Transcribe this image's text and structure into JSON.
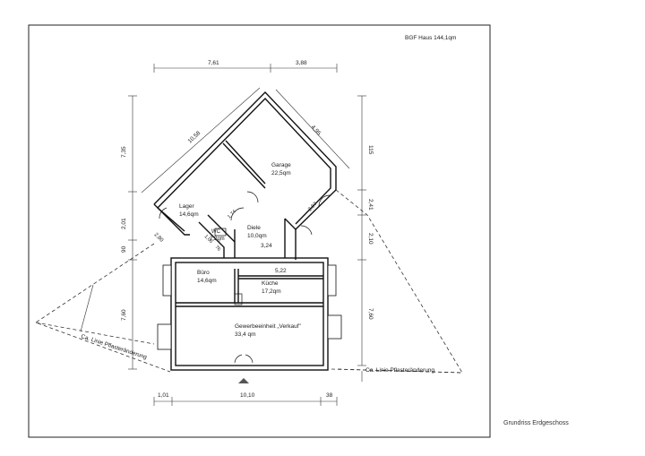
{
  "header": {
    "bgf": "BGF Haus 144,1qm"
  },
  "caption": "Grundriss Erdgeschoss",
  "dimensions": {
    "top_left": "7,61",
    "top_right": "3,88",
    "diag_long": "10,58",
    "diag_short": "4,95",
    "right_115": "115",
    "right_241": "2,41",
    "right_210": "2,10",
    "right_760": "7,60",
    "left_735": "7,35",
    "left_201": "2,01",
    "left_90": "90",
    "left_760": "7,60",
    "bottom_101": "1,01",
    "bottom_1010": "10,10",
    "bottom_38": "38",
    "diele_324": "3,24",
    "kueche_522": "5,22",
    "diag_280": "2,80",
    "wc_106": "1,06",
    "wc_76": "76",
    "wc_174": "1,74",
    "right_267": "2,67"
  },
  "rooms": {
    "garage": "Garage",
    "garage_area": "22,5qm",
    "lager": "Lager",
    "lager_area": "14,6qm",
    "diele": "Diele",
    "diele_area": "10,0qm",
    "wc": "WC",
    "wc_area": "2,2qm",
    "buero": "Büro",
    "buero_area": "14,6qm",
    "kueche": "Küche",
    "kueche_area": "17,2qm",
    "verkauf": "Gewerbeeinheit „Verkauf\"",
    "verkauf_area": "33,4 qm"
  },
  "annotations": {
    "pflaster_left": "Ca. Linie Pflasteränderung",
    "pflaster_right": "Ca. Linie Pflasteränderung"
  }
}
